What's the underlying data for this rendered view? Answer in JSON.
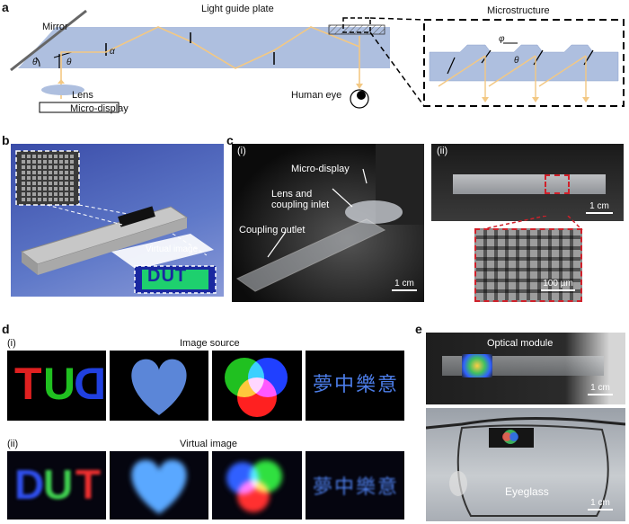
{
  "panel_a": {
    "letter": "a",
    "light_guide_plate": "Light guide plate",
    "mirror": "Mirror",
    "lens": "Lens",
    "micro_display": "Micro-display",
    "human_eye": "Human eye",
    "microstructure": "Microstructure",
    "theta": "θ",
    "alpha": "α",
    "phi": "φ"
  },
  "panel_b": {
    "letter": "b",
    "virtual_image_label": "Virtual image",
    "dut_text": "DUT"
  },
  "panel_c": {
    "letter": "c",
    "sub_i": "(i)",
    "sub_ii": "(ii)",
    "micro_display": "Micro-display",
    "lens_line1": "Lens and",
    "lens_line2": "coupling inlet",
    "coupling_outlet": "Coupling outlet",
    "scale_i": "1 cm",
    "scale_ii": "1 cm",
    "scale_zoom": "100 µm"
  },
  "panel_d": {
    "letter": "d",
    "sub_i": "(i)",
    "sub_ii": "(ii)",
    "image_source": "Image source",
    "virtual_image": "Virtual image",
    "tud_letters": [
      "T",
      "U",
      "D"
    ],
    "dut_letters": [
      "D",
      "U",
      "T"
    ],
    "calligraphy": "夢中樂意"
  },
  "panel_e": {
    "letter": "e",
    "optical_module": "Optical module",
    "eyeglass": "Eyeglass",
    "scale_top": "1 cm",
    "scale_bottom": "1 cm"
  },
  "colors": {
    "plate": "#aebfdf",
    "ray": "#f3c883",
    "dashed_red": "#d0202a",
    "panel_b_bg": "#5a6fc0"
  }
}
